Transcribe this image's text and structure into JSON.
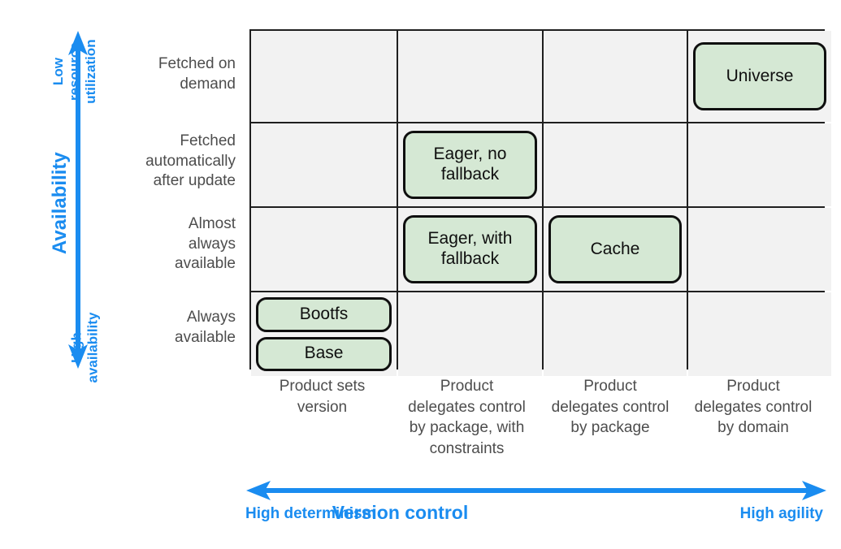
{
  "vertical_axis": {
    "title": "Availability",
    "top_label": "Low resource\nutilization",
    "bottom_label": "High\navailability",
    "color": "#1a8cf0",
    "arrow": "double-headed-vertical-arrow"
  },
  "horizontal_axis": {
    "title": "Version control",
    "left_label": "High determinism",
    "right_label": "High agility",
    "color": "#1a8cf0",
    "arrow": "double-headed-horizontal-arrow"
  },
  "row_labels": [
    "Fetched on\ndemand",
    "Fetched\nautomatically\nafter update",
    "Almost\nalways\navailable",
    "Always\navailable"
  ],
  "column_labels": [
    "Product sets\nversion",
    "Product\ndelegates control\nby package, with\nconstraints",
    "Product\ndelegates control\nby package",
    "Product\ndelegates control\nby domain"
  ],
  "grid": {
    "rows": 4,
    "columns": 4,
    "cell_fill": "#f2f2f2",
    "border_color": "#1f1f1f",
    "item_fill": "#d5e8d4",
    "item_border": "#0f0f0f",
    "cells": [
      [
        [],
        [],
        [],
        [
          {
            "label": "Universe",
            "size": "tall"
          }
        ]
      ],
      [
        [],
        [
          {
            "label": "Eager, no\nfallback",
            "size": "tall"
          }
        ],
        [],
        []
      ],
      [
        [],
        [
          {
            "label": "Eager, with\nfallback",
            "size": "tall"
          }
        ],
        [
          {
            "label": "Cache",
            "size": "tall"
          }
        ],
        []
      ],
      [
        [
          {
            "label": "Bootfs",
            "size": "short"
          },
          {
            "label": "Base",
            "size": "short"
          }
        ],
        [],
        [],
        []
      ]
    ]
  }
}
